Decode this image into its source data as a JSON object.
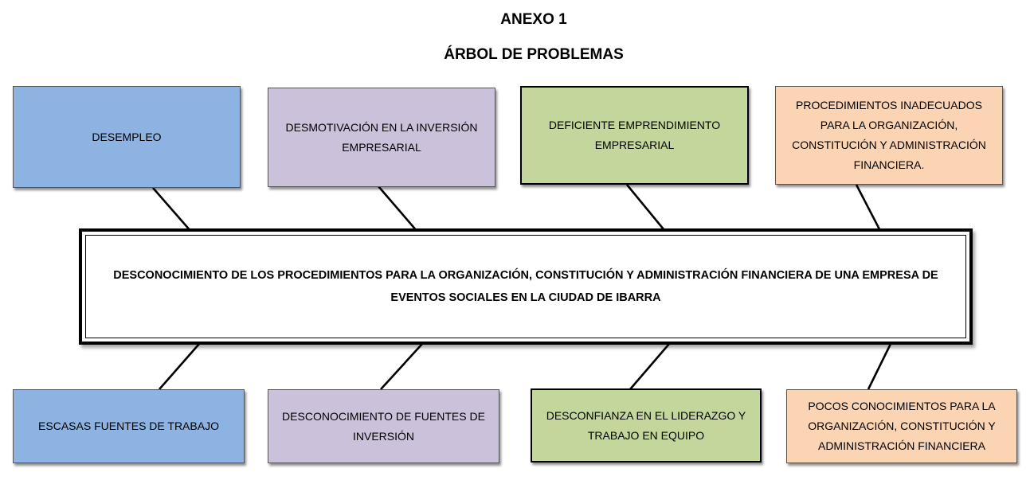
{
  "title": "ANEXO 1",
  "subtitle": "ÁRBOL DE PROBLEMAS",
  "effects": [
    {
      "text": "DESEMPLEO",
      "color": "#8db3e2"
    },
    {
      "text": "DESMOTIVACIÓN  EN LA INVERSIÓN EMPRESARIAL",
      "color": "#ccc1da"
    },
    {
      "text": "DEFICIENTE  EMPRENDIMIENTO EMPRESARIAL",
      "color": "#c3d69b"
    },
    {
      "text": "PROCEDIMIENTOS  INADECUADOS PARA LA ORGANIZACIÓN, CONSTITUCIÓN   Y ADMINISTRACIÓN  FINANCIERA.",
      "color": "#fbd4b4"
    }
  ],
  "central_problem": "DESCONOCIMIENTO DE LOS PROCEDIMIENTOS PARA LA ORGANIZACIÓN, CONSTITUCIÓN Y  ADMINISTRACIÓN FINANCIERA DE UNA EMPRESA DE EVENTOS SOCIALES EN LA CIUDAD DE IBARRA",
  "causes": [
    {
      "text": "ESCASAS FUENTES DE TRABAJO",
      "color": "#8db3e2"
    },
    {
      "text": "DESCONOCIMIENTO  DE FUENTES DE INVERSIÓN",
      "color": "#ccc1da"
    },
    {
      "text": "DESCONFIANZA  EN EL LIDERAZGO  Y TRABAJO  EN EQUIPO",
      "color": "#c3d69b"
    },
    {
      "text": "POCOS CONOCIMIENTOS   PARA LA ORGANIZACIÓN,  CONSTITUCIÓN  Y ADMINISTRACIÓN  FINANCIERA",
      "color": "#fbd4b4"
    }
  ]
}
